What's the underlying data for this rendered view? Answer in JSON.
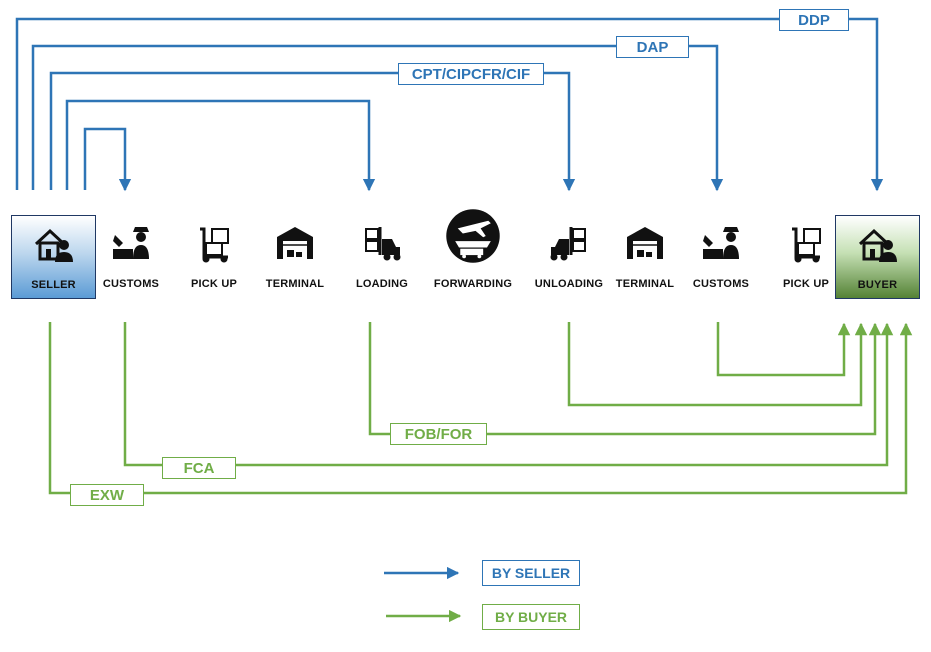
{
  "colors": {
    "seller": "#2e75b6",
    "buyer": "#70ad47"
  },
  "nodes": [
    {
      "label": "SELLER",
      "icon": "seller-house-person-icon"
    },
    {
      "label": "CUSTOMS",
      "icon": "customs-officer-icon"
    },
    {
      "label": "PICK UP",
      "icon": "hand-truck-icon"
    },
    {
      "label": "TERMINAL",
      "icon": "warehouse-icon"
    },
    {
      "label": "LOADING",
      "icon": "forklift-icon"
    },
    {
      "label": "FORWARDING",
      "icon": "plane-ship-truck-icon"
    },
    {
      "label": "UNLOADING",
      "icon": "forklift-icon"
    },
    {
      "label": "TERMINAL",
      "icon": "warehouse-icon"
    },
    {
      "label": "CUSTOMS",
      "icon": "customs-officer-icon"
    },
    {
      "label": "PICK UP",
      "icon": "hand-truck-icon"
    },
    {
      "label": "BUYER",
      "icon": "buyer-house-person-icon"
    }
  ],
  "seller_terms": [
    "DDP",
    "DAP",
    "CPT/CIPCFR/CIF"
  ],
  "buyer_terms": [
    "FOB/FOR",
    "FCA",
    "EXW"
  ],
  "legend": {
    "by_seller": "BY SELLER",
    "by_buyer": "BY BUYER"
  }
}
